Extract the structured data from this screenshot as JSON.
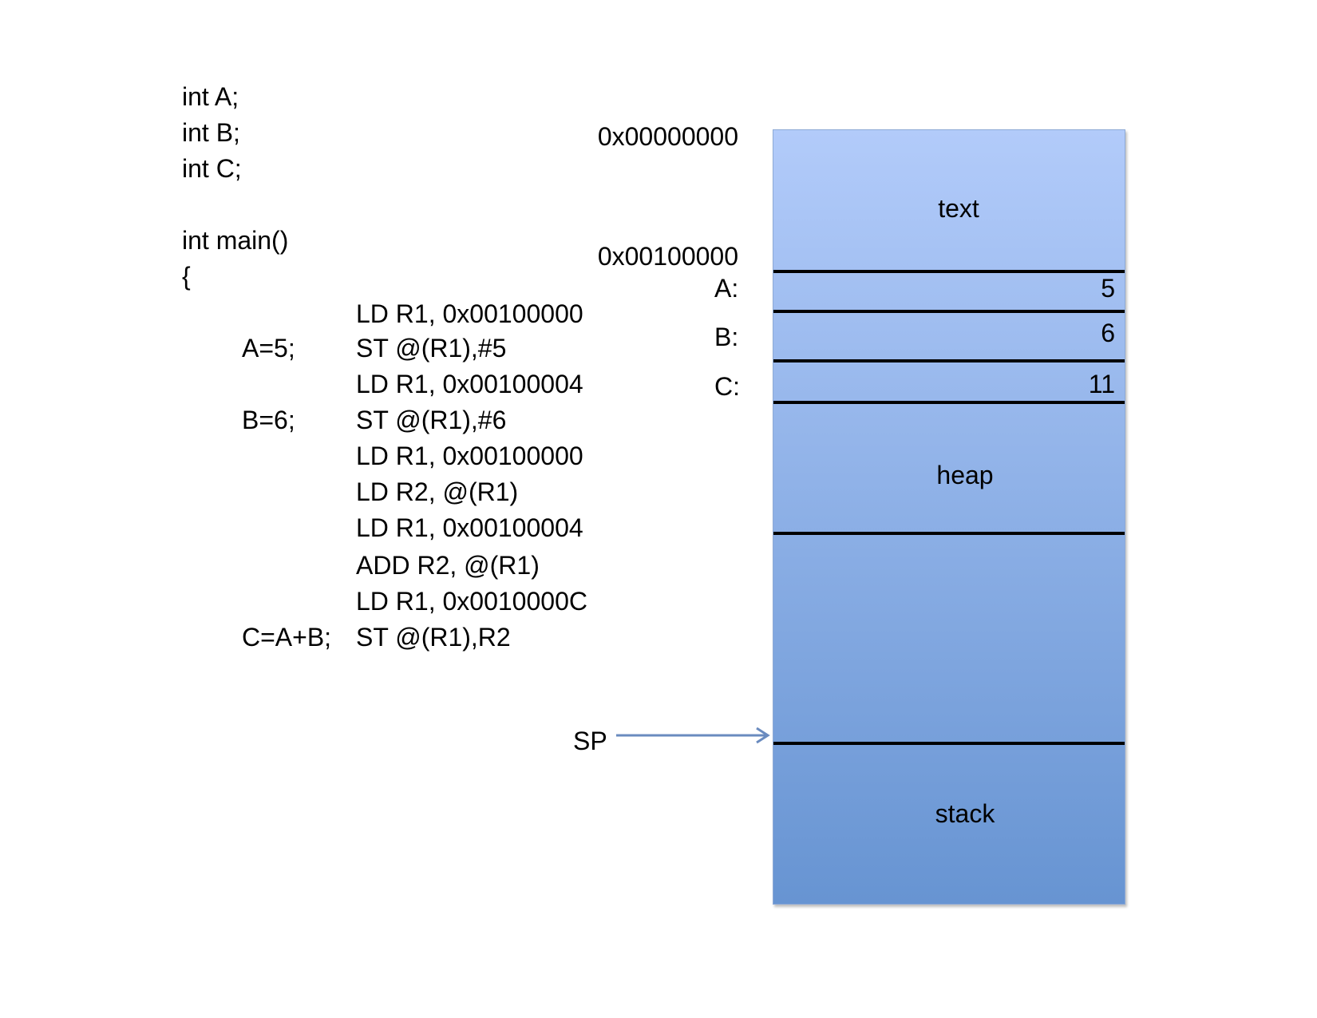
{
  "code": {
    "declarations": [
      "int A;",
      "int B;",
      "int C;"
    ],
    "main_signature": "int main()",
    "open_brace": "{",
    "source_statements": {
      "a_assign": "A=5;",
      "b_assign": "B=6;",
      "c_assign": "C=A+B;"
    },
    "instructions": [
      "LD R1, 0x00100000",
      "ST @(R1),#5",
      "LD R1, 0x00100004",
      "ST @(R1),#6",
      "LD R1, 0x00100000",
      "LD R2, @(R1)",
      "LD R1, 0x00100004",
      "ADD R2, @(R1)",
      "LD R1, 0x0010000C",
      "ST @(R1),R2"
    ]
  },
  "memory": {
    "address_top": "0x00000000",
    "address_data": "0x00100000",
    "segments": {
      "text": "text",
      "heap": "heap",
      "stack": "stack"
    },
    "variables": [
      {
        "label": "A:",
        "value": "5"
      },
      {
        "label": "B:",
        "value": "6"
      },
      {
        "label": "C:",
        "value": "11"
      }
    ],
    "sp_label": "SP",
    "colors": {
      "gradient_top": "#b2cbfa",
      "gradient_bottom": "#6794d2",
      "arrow": "#6a8bbf"
    }
  }
}
